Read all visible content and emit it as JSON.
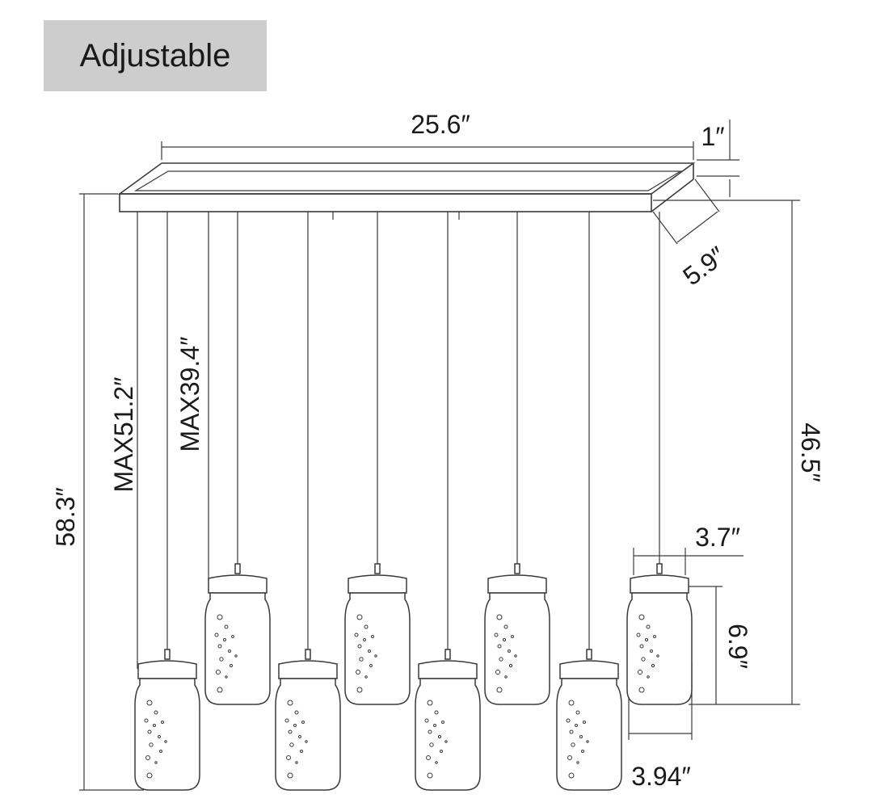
{
  "badge": {
    "label": "Adjustable"
  },
  "dimensions": {
    "canopy_length": "25.6″",
    "canopy_height": "1″",
    "canopy_depth": "5.9″",
    "overall_height": "58.3″",
    "max_long_cord": "MAX51.2″",
    "max_short_cord": "MAX39.4″",
    "right_height": "46.5″",
    "jar_top_width": "3.7″",
    "jar_height": "6.9″",
    "jar_body_width": "3.94″"
  },
  "pendants": {
    "count": 8,
    "style": "mason-jar",
    "line_color": "#3a3a3a"
  }
}
